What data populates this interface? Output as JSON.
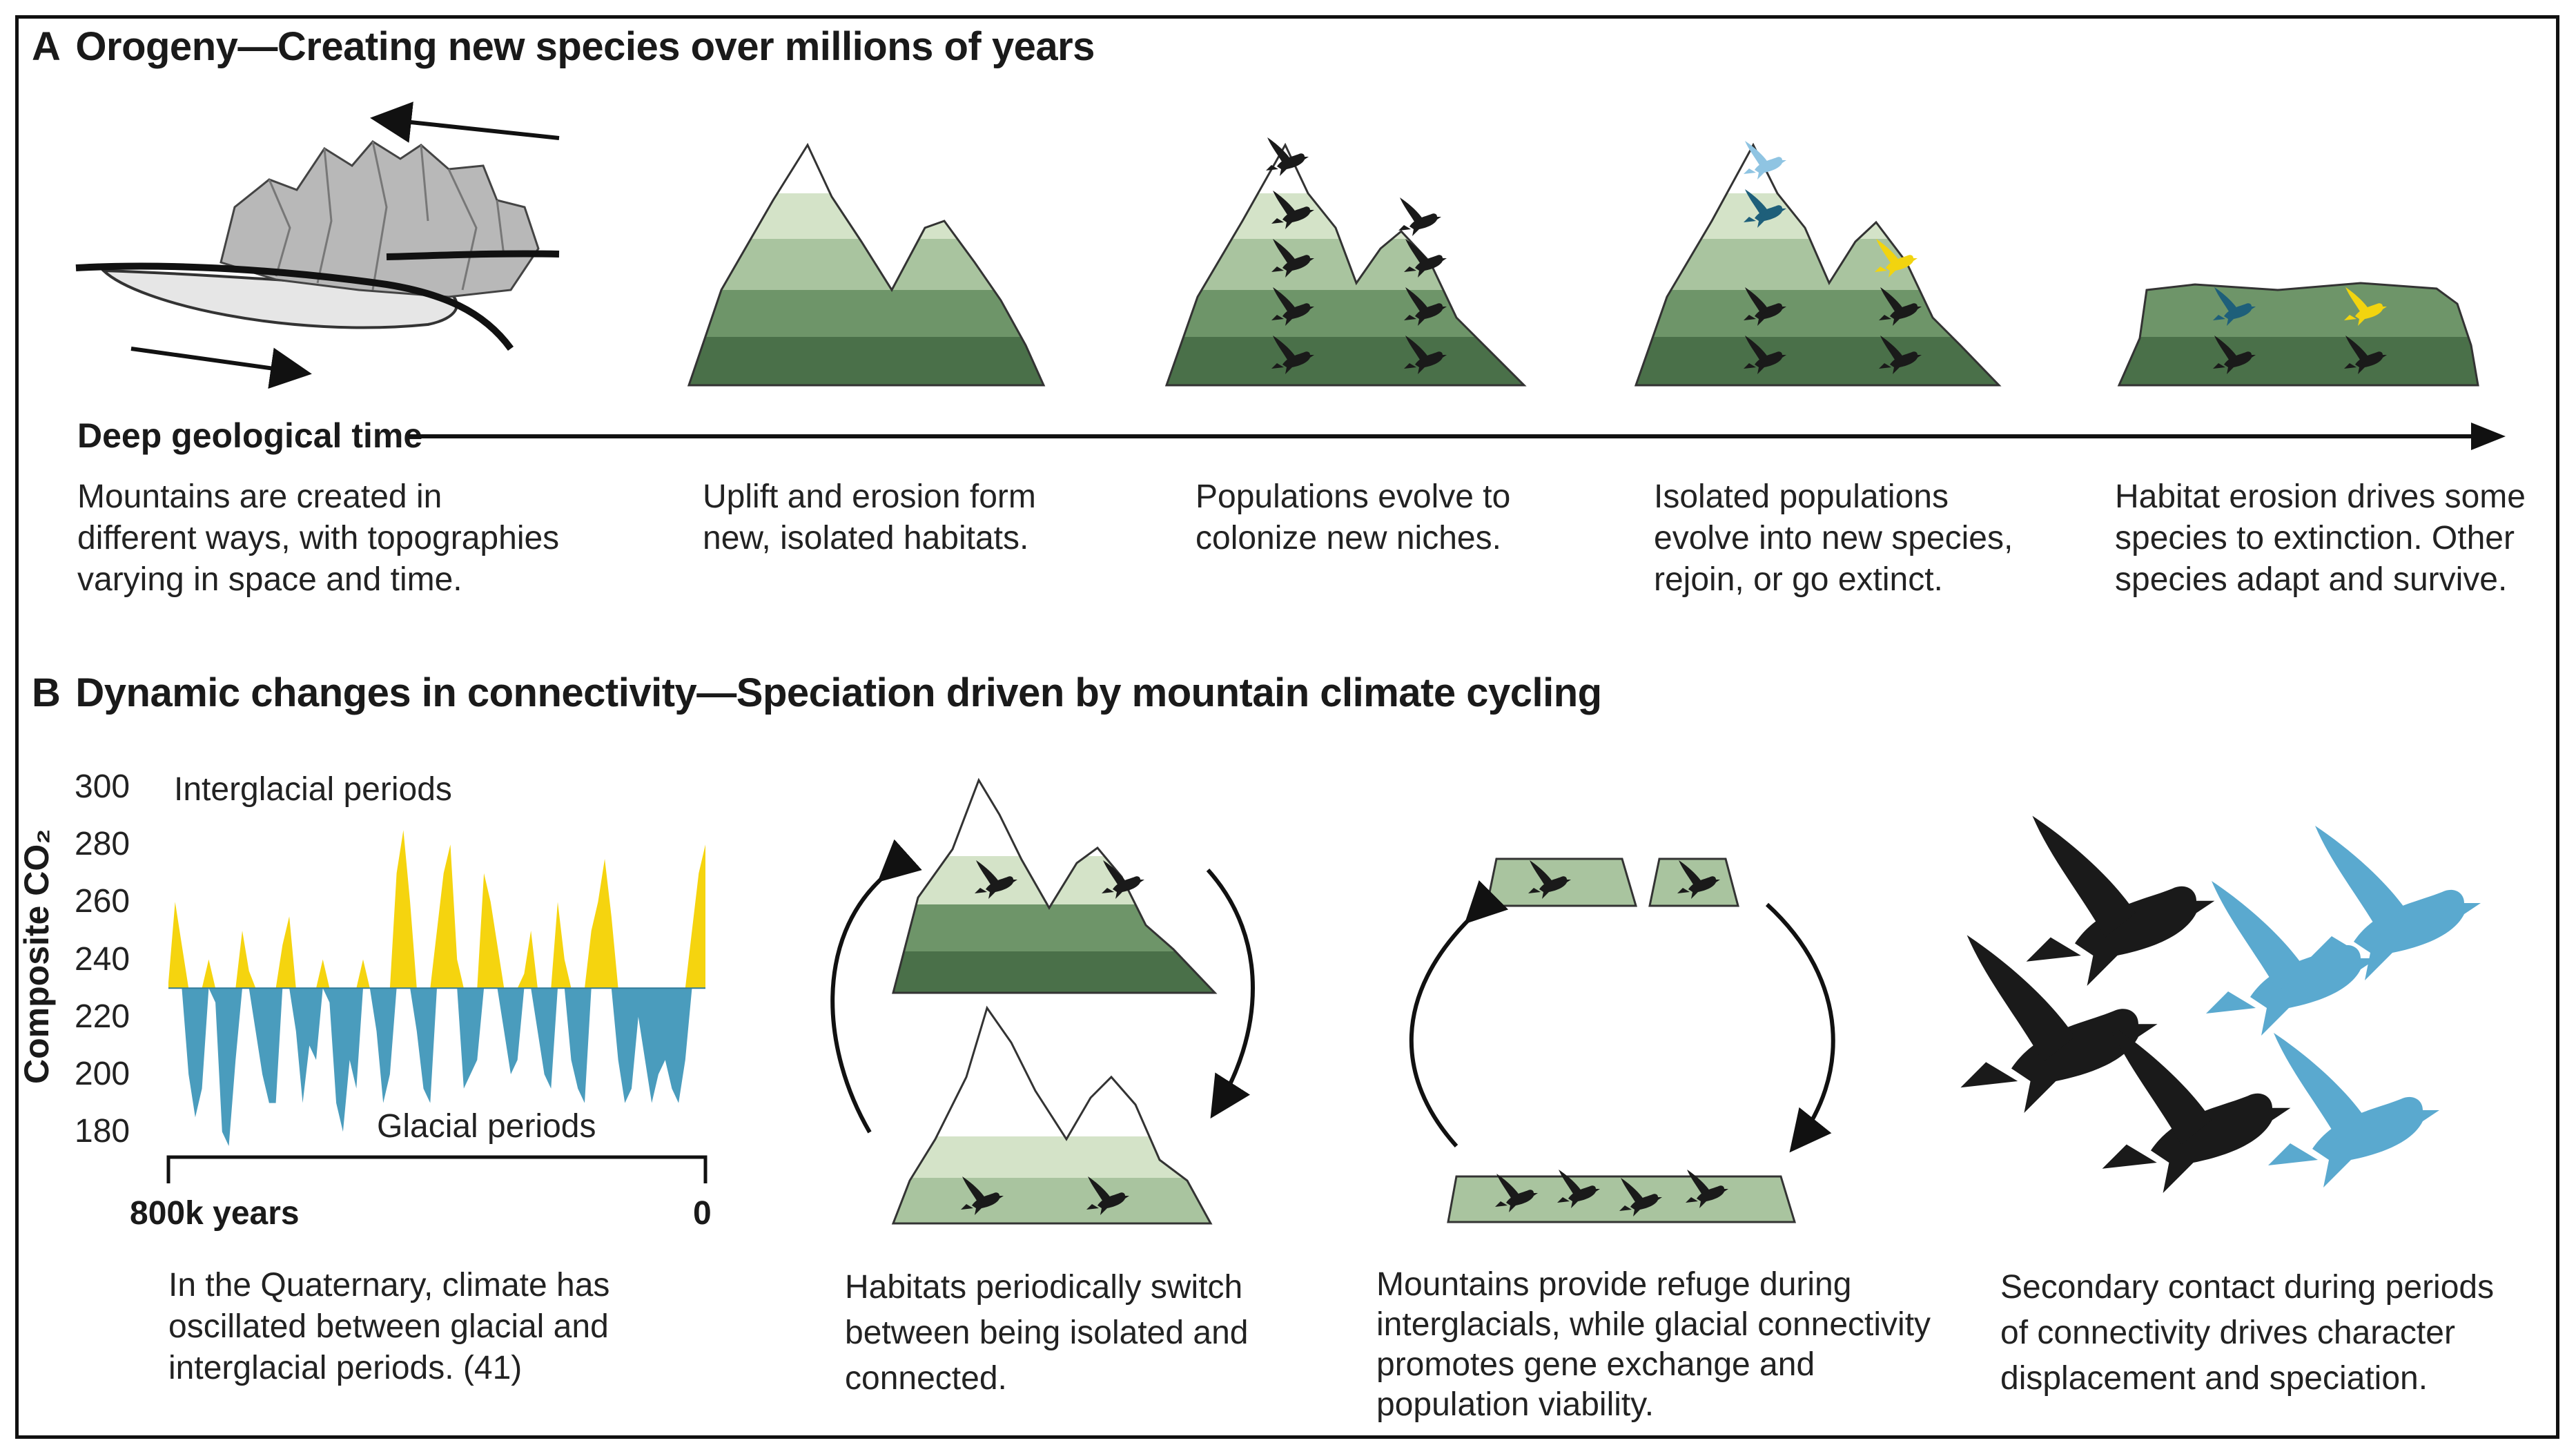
{
  "panel_a": {
    "letter": "A",
    "title": "Orogeny—Creating new species over millions of years",
    "timeline_label": "Deep geological time",
    "captions": [
      [
        "Mountains are created in",
        "different ways, with topographies",
        "varying in space and time."
      ],
      [
        "Uplift and erosion form",
        "new, isolated habitats."
      ],
      [
        "Populations evolve to",
        "colonize new niches."
      ],
      [
        "Isolated populations",
        "evolve into new species,",
        "rejoin,  or go extinct."
      ],
      [
        "Habitat erosion drives some",
        "species to extinction. Other",
        "species adapt and survive."
      ]
    ]
  },
  "panel_b": {
    "letter": "B",
    "title": "Dynamic changes in connectivity—Speciation driven by mountain climate cycling",
    "captions": [
      [
        "In the Quaternary, climate has",
        "oscillated between glacial and",
        "interglacial periods. (41)"
      ],
      [
        "Habitats periodically switch",
        "between being isolated and",
        "connected."
      ],
      [
        "Mountains provide refuge during",
        "interglacials, while glacial connectivity",
        "promotes gene exchange and",
        "population viability."
      ],
      [
        "Secondary contact during periods",
        "of connectivity drives character",
        "displacement and speciation."
      ]
    ]
  },
  "chart_data": {
    "type": "area",
    "ylabel": "Composite CO₂",
    "yticks": [
      180,
      200,
      220,
      240,
      260,
      280,
      300
    ],
    "ylim": [
      175,
      300
    ],
    "xlim": [
      800,
      0
    ],
    "x_start_label": "800k years",
    "x_end_label": "0",
    "baseline": 230,
    "above_label": "Interglacial periods",
    "below_label": "Glacial periods",
    "above_color": "#f5d40f",
    "below_color": "#4a9cbd",
    "x": [
      800,
      790,
      780,
      770,
      760,
      750,
      740,
      730,
      720,
      710,
      700,
      690,
      680,
      670,
      660,
      650,
      640,
      630,
      620,
      610,
      600,
      590,
      580,
      570,
      560,
      550,
      540,
      530,
      520,
      510,
      500,
      490,
      480,
      470,
      460,
      450,
      440,
      430,
      420,
      410,
      400,
      390,
      380,
      370,
      360,
      350,
      340,
      330,
      320,
      310,
      300,
      290,
      280,
      270,
      260,
      250,
      240,
      230,
      220,
      210,
      200,
      190,
      180,
      170,
      160,
      150,
      140,
      130,
      120,
      110,
      100,
      90,
      80,
      70,
      60,
      50,
      40,
      30,
      20,
      10,
      0
    ],
    "values": [
      232,
      260,
      245,
      200,
      185,
      195,
      240,
      225,
      180,
      175,
      205,
      250,
      236,
      215,
      200,
      190,
      190,
      245,
      255,
      215,
      190,
      210,
      205,
      240,
      225,
      190,
      180,
      205,
      195,
      240,
      230,
      215,
      190,
      200,
      270,
      285,
      260,
      215,
      195,
      190,
      250,
      270,
      280,
      240,
      195,
      200,
      205,
      270,
      260,
      245,
      215,
      200,
      205,
      235,
      250,
      215,
      200,
      195,
      260,
      240,
      205,
      195,
      190,
      250,
      260,
      275,
      255,
      205,
      190,
      195,
      220,
      205,
      190,
      200,
      205,
      195,
      190,
      205,
      250,
      270,
      280
    ]
  },
  "colors": {
    "dark_green": "#4a7049",
    "mid_green": "#6e9569",
    "light_green": "#a9c49f",
    "pale_green": "#d4e3c8",
    "bird_black": "#1a1a1a",
    "bird_blue": "#5aa9cf",
    "bird_dark_teal": "#1e5f7a",
    "bird_yellow": "#f2d40f",
    "rock_gray": "#b8b8b8"
  },
  "icons": {
    "mountain": "mountain-icon",
    "bird": "hummingbird-icon",
    "arrow": "arrow-icon"
  }
}
